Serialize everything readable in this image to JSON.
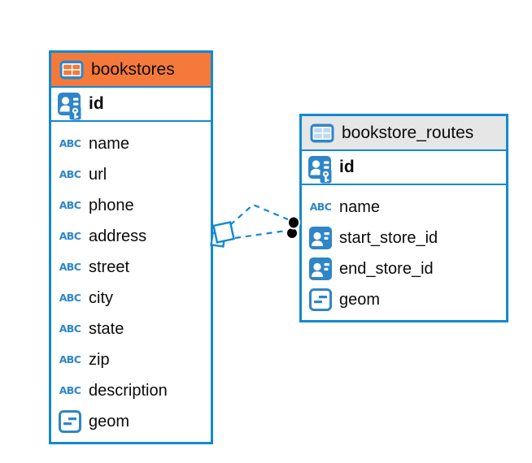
{
  "diagram": {
    "type": "entity-relationship-diagram",
    "background": "#FFFFFF"
  },
  "colors": {
    "table_border_blue": "#1189D3",
    "highlight_header_orange": "#F6793C",
    "header_gray": "#E6E6E6",
    "icon_blue": "#2E86C8",
    "header_icon_cell_light": "#BFD9EE",
    "text_black": "#0B0B0B",
    "connector_blue": "#1189D3",
    "endpoint_black": "#000000"
  },
  "icons": {
    "text_type_glyph": "ABC"
  },
  "tables": [
    {
      "name": "bookstores",
      "highlighted": true,
      "primary_key": {
        "name": "id",
        "type": "primary-key"
      },
      "columns": [
        {
          "name": "name",
          "type": "text"
        },
        {
          "name": "url",
          "type": "text"
        },
        {
          "name": "phone",
          "type": "text"
        },
        {
          "name": "address",
          "type": "text"
        },
        {
          "name": "street",
          "type": "text"
        },
        {
          "name": "city",
          "type": "text"
        },
        {
          "name": "state",
          "type": "text"
        },
        {
          "name": "zip",
          "type": "text"
        },
        {
          "name": "description",
          "type": "text"
        },
        {
          "name": "geom",
          "type": "geometry"
        }
      ]
    },
    {
      "name": "bookstore_routes",
      "highlighted": false,
      "primary_key": {
        "name": "id",
        "type": "primary-key"
      },
      "columns": [
        {
          "name": "name",
          "type": "text"
        },
        {
          "name": "start_store_id",
          "type": "reference"
        },
        {
          "name": "end_store_id",
          "type": "reference"
        },
        {
          "name": "geom",
          "type": "geometry"
        }
      ]
    }
  ],
  "relationships": [
    {
      "from_table": "bookstores",
      "to_table": "bookstore_routes",
      "line_style": "dashed"
    },
    {
      "from_table": "bookstores",
      "to_table": "bookstore_routes",
      "line_style": "dashed"
    }
  ]
}
